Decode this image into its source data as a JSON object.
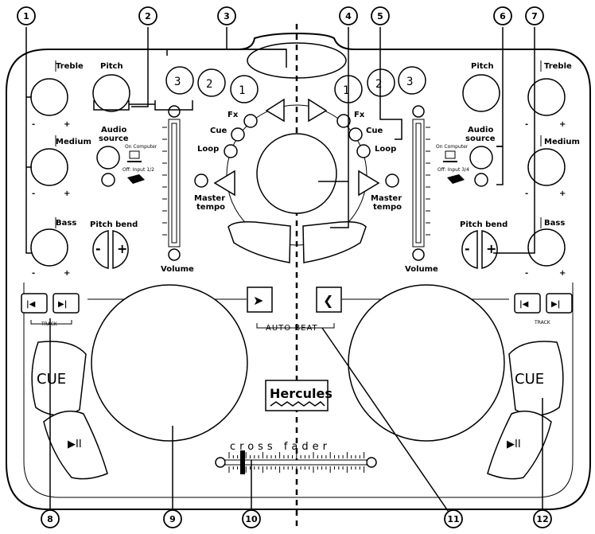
{
  "callouts": [
    "1",
    "2",
    "3",
    "4",
    "5",
    "6",
    "7",
    "8",
    "9",
    "10",
    "11",
    "12"
  ],
  "knob_labels": {
    "treble": "Treble",
    "medium": "Medium",
    "bass": "Bass",
    "pitch": "Pitch",
    "audio_source_1": "Audio",
    "audio_source_2": "source",
    "on_computer": "On Computer",
    "off_input_left": "Off: Input 1/2",
    "off_input_right": "Off: Input 3/4",
    "pitch_bend": "Pitch bend",
    "volume": "Volume",
    "minus": "-",
    "plus": "+"
  },
  "pads": {
    "fx": "Fx",
    "cue": "Cue",
    "loop": "Loop",
    "master_1": "Master",
    "master_2": "tempo",
    "num_3": "3",
    "num_2": "2",
    "num_1": "1"
  },
  "bend": {
    "minus": "-",
    "plus": "+"
  },
  "track": {
    "label": "TRACK",
    "prev": "|◀",
    "next": "▶|"
  },
  "cue_button": "CUE",
  "play_pause": "▶II",
  "auto_beat": "AUTO BEAT",
  "auto_left": "➤",
  "auto_right": "❮",
  "brand": "Hercules",
  "crossfader": "cross fader"
}
